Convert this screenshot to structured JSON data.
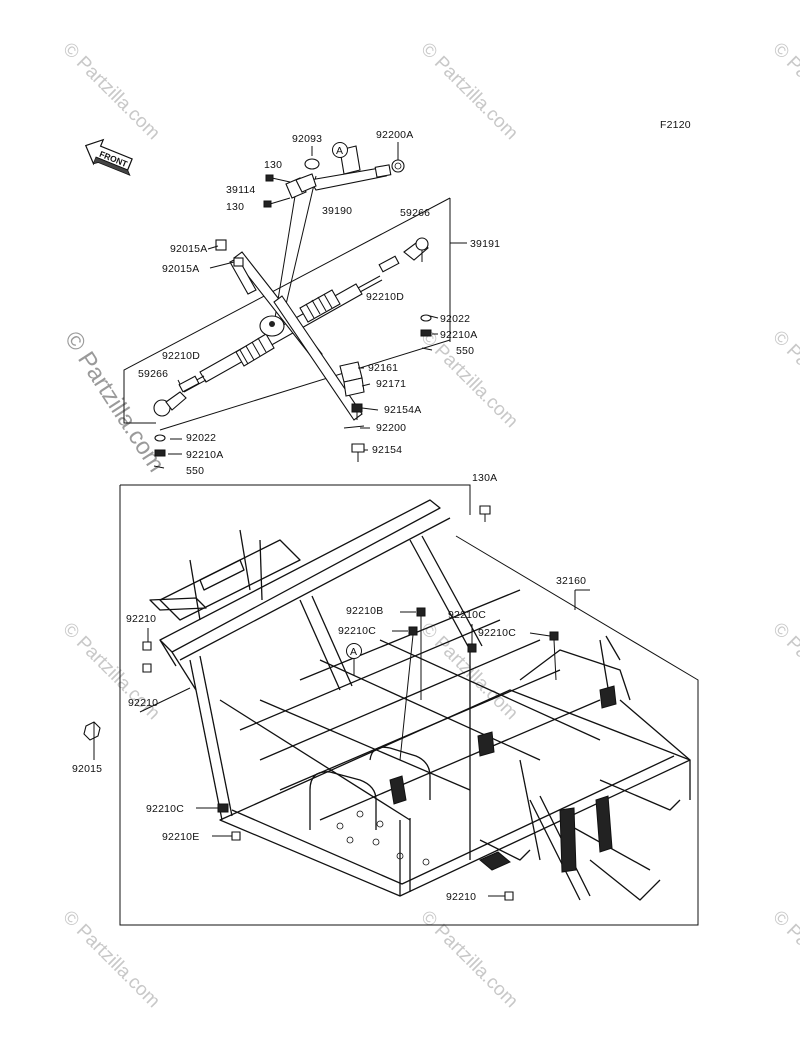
{
  "figure_code": "F2120",
  "front_label": "FRONT",
  "watermark": "© Partzilla.com",
  "callout_ref": "A",
  "labels": [
    {
      "id": "p92093",
      "text": "92093"
    },
    {
      "id": "p92200A",
      "text": "92200A"
    },
    {
      "id": "p130a",
      "text": "130"
    },
    {
      "id": "p39114",
      "text": "39114"
    },
    {
      "id": "p130b",
      "text": "130"
    },
    {
      "id": "p39190",
      "text": "39190"
    },
    {
      "id": "p59266a",
      "text": "59266"
    },
    {
      "id": "p39191",
      "text": "39191"
    },
    {
      "id": "p92015Aa",
      "text": "92015A"
    },
    {
      "id": "p92015Ab",
      "text": "92015A"
    },
    {
      "id": "p92210Da",
      "text": "92210D"
    },
    {
      "id": "p92022a",
      "text": "92022"
    },
    {
      "id": "p92210Aa",
      "text": "92210A"
    },
    {
      "id": "p550a",
      "text": "550"
    },
    {
      "id": "p92210Db",
      "text": "92210D"
    },
    {
      "id": "p59266b",
      "text": "59266"
    },
    {
      "id": "p92161",
      "text": "92161"
    },
    {
      "id": "p92171",
      "text": "92171"
    },
    {
      "id": "p92154A",
      "text": "92154A"
    },
    {
      "id": "p92200",
      "text": "92200"
    },
    {
      "id": "p92022b",
      "text": "92022"
    },
    {
      "id": "p92210Ab",
      "text": "92210A"
    },
    {
      "id": "p92154",
      "text": "92154"
    },
    {
      "id": "p550b",
      "text": "550"
    },
    {
      "id": "p130A",
      "text": "130A"
    },
    {
      "id": "p32160",
      "text": "32160"
    },
    {
      "id": "p92210B",
      "text": "92210B"
    },
    {
      "id": "p92210Ca",
      "text": "92210C"
    },
    {
      "id": "p92210a",
      "text": "92210"
    },
    {
      "id": "p92210Cb",
      "text": "92210C"
    },
    {
      "id": "p92210Cc",
      "text": "92210C"
    },
    {
      "id": "p92210b",
      "text": "92210"
    },
    {
      "id": "p92015",
      "text": "92015"
    },
    {
      "id": "p92210Cd",
      "text": "92210C"
    },
    {
      "id": "p92210E",
      "text": "92210E"
    },
    {
      "id": "p92210c",
      "text": "92210"
    }
  ]
}
